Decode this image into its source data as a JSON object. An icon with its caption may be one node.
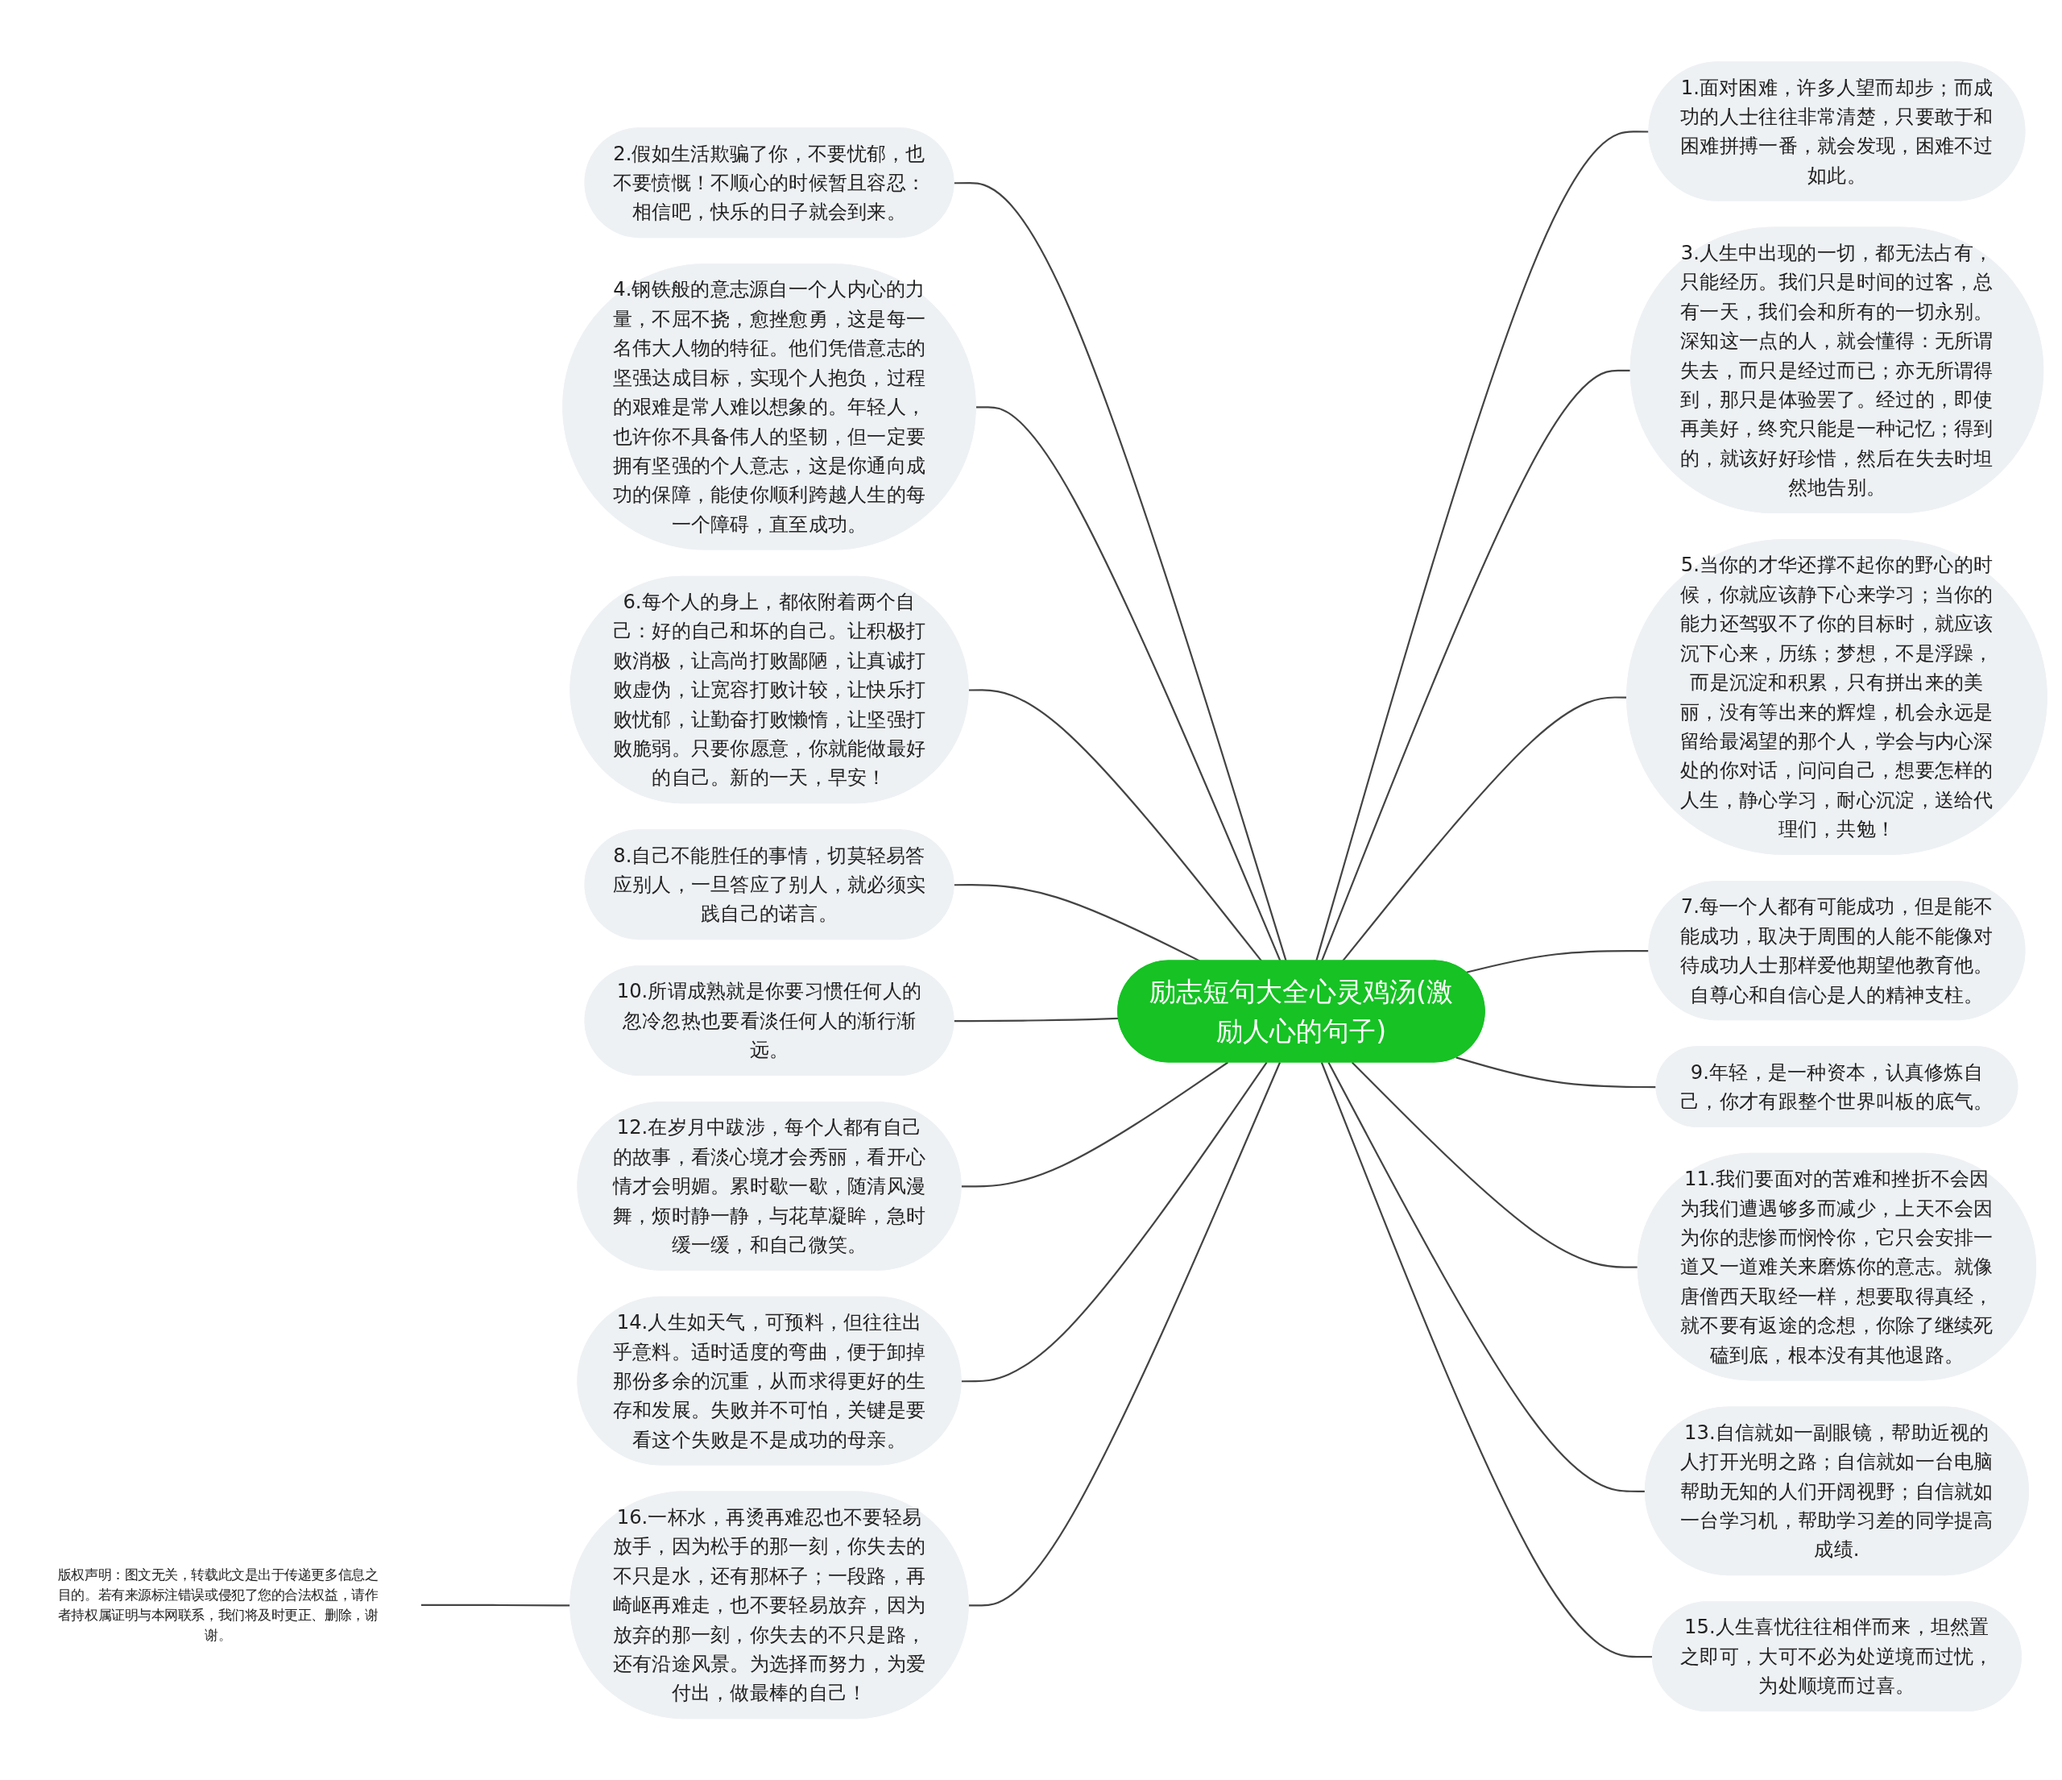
{
  "diagram": {
    "nodes": [
      {
        "text": [
          "励志短句大全心灵鸡汤(激励人心的句子)"
        ]
      },
      {
        "text": [
          "1.面对困难，许多人望而却步；而成功的人士往往非常清楚，只要敢于和困难拼搏一番，就会发现，困难不过如此。"
        ]
      },
      {
        "text": [
          "2.假如生活欺骗了你，不要忧郁，也不要愤慨！不顺心的时候暂且容忍：相信吧，快乐的日子就会到来。"
        ]
      },
      {
        "text": [
          "3.人生中出现的一切，都无法占有，只能经历。我们只是时间的过客，总有一天，我们会和所有的一切永别。深知这一点的人，就会懂得：无所谓失去，而只是经过而已；亦无所谓得到，那只是体验罢了。经过的，即使再美好，终究只能是一种记忆；得到的，就该好好珍惜，然后在失去时坦然地告别。"
        ]
      },
      {
        "text": [
          "4.钢铁般的意志源自一个人内心的力量，不屈不挠，愈挫愈勇，这是每一名伟大人物的特征。他们凭借意志的坚强达成目标，实现个人抱负，过程的艰难是常人难以想象的。年轻人，也许你不具备伟人的坚韧，但一定要拥有坚强的个人意志，这是你通向成功的保障，能使你顺利跨越人生的每一个障碍，直至成功。"
        ]
      },
      {
        "text": [
          "5.当你的才华还撑不起你的野心的时候，你就应该静下心来学习；当你的能力还驾驭不了你的目标时，就应该沉下心来，历练；梦想，不是浮躁，而是沉淀和积累，只有拼出来的美丽，没有等出来的辉煌，机会永远是留给最渴望的那个人，学会与内心深处的你对话，问问自己，想要怎样的人生，静心学习，耐心沉淀，送给代理们，共勉！"
        ]
      },
      {
        "text": [
          "6.每个人的身上，都依附着两个自己：好的自己和坏的自己。让积极打败消极，让高尚打败鄙陋，让真诚打败虚伪，让宽容打败计较，让快乐打败忧郁，让勤奋打败懒惰，让坚强打败脆弱。只要你愿意，你就能做最好的自己。新的一天，早安！"
        ]
      },
      {
        "text": [
          "7.每一个人都有可能成功，但是能不能成功，取决于周围的人能不能像对待成功人士那样爱他期望他教育他。自尊心和自信心是人的精神支柱。"
        ]
      },
      {
        "text": [
          "8.自己不能胜任的事情，切莫轻易答应别人，一旦答应了别人，就必须实践自己的诺言。"
        ]
      },
      {
        "text": [
          "9.年轻，是一种资本，认真修炼自己，你才有跟整个世界叫板的底气。"
        ]
      },
      {
        "text": [
          "10.所谓成熟就是你要习惯任何人的忽冷忽热也要看淡任何人的渐行渐远。"
        ]
      },
      {
        "text": [
          "11.我们要面对的苦难和挫折不会因为我们遭遇够多而减少，上天不会因为你的悲惨而悯怜你，它只会安排一道又一道难关来磨炼你的意志。就像唐僧西天取经一样，想要取得真经，就不要有返途的念想，你除了继续死磕到底，根本没有其他退路。"
        ]
      },
      {
        "text": [
          "12.在岁月中跋涉，每个人都有自己的故事，看淡心境才会秀丽，看开心情才会明媚。累时歇一歇，随清风漫舞，烦时静一静，与花草凝眸，急时缓一缓，和自己微笑。"
        ]
      },
      {
        "text": [
          "13.自信就如一副眼镜，帮助近视的人打开光明之路；自信就如一台电脑帮助无知的人们开阔视野；自信就如一台学习机，帮助学习差的同学提高成绩."
        ]
      },
      {
        "text": [
          "14.人生如天气，可预料，但往往出乎意料。适时适度的弯曲，便于卸掉那份多余的沉重，从而求得更好的生存和发展。失败并不可怕，关键是要看这个失败是不是成功的母亲。"
        ]
      },
      {
        "text": [
          "15.人生喜忧往往相伴而来，坦然置之即可，大可不必为处逆境而过忧，为处顺境而过喜。"
        ]
      },
      {
        "text": [
          "16.一杯水，再烫再难忍也不要轻易放手，因为松手的那一刻，你失去的不只是水，还有那杯子；一段路，再崎岖再难走，也不要轻易放弃，因为放弃的那一刻，你失去的不只是路，还有沿途风景。为选择而努力，为爱付出，做最棒的自己！"
        ]
      },
      {
        "text": [
          "版权声明：图文无关，转载此文是出于传递更多信息之目的。若有来源标注错误或侵犯了您的合法权益，请作者持权属证明与本网联系，我们将及时更正、删除，谢谢。"
        ]
      }
    ],
    "edges": [
      {
        "from": 0,
        "to": 1,
        "arrow": "none"
      },
      {
        "from": 2,
        "to": 0,
        "arrow": "none"
      },
      {
        "from": 0,
        "to": 3,
        "arrow": "none"
      },
      {
        "from": 4,
        "to": 0,
        "arrow": "none"
      },
      {
        "from": 0,
        "to": 5,
        "arrow": "none"
      },
      {
        "from": 6,
        "to": 0,
        "arrow": "none"
      },
      {
        "from": 0,
        "to": 7,
        "arrow": "none"
      },
      {
        "from": 8,
        "to": 0,
        "arrow": "none"
      },
      {
        "from": 0,
        "to": 9,
        "arrow": "none"
      },
      {
        "from": 10,
        "to": 0,
        "arrow": "none"
      },
      {
        "from": 0,
        "to": 11,
        "arrow": "none"
      },
      {
        "from": 12,
        "to": 0,
        "arrow": "none"
      },
      {
        "from": 0,
        "to": 13,
        "arrow": "none"
      },
      {
        "from": 14,
        "to": 0,
        "arrow": "none"
      },
      {
        "from": 0,
        "to": 15,
        "arrow": "none"
      },
      {
        "from": 16,
        "to": 0,
        "arrow": "none"
      },
      {
        "from": 17,
        "to": 16,
        "arrow": "none"
      }
    ]
  }
}
